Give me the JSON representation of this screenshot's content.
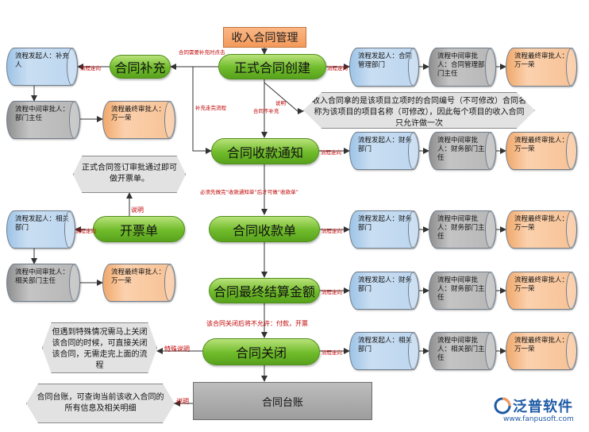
{
  "title": "收入合同管理",
  "stages": {
    "supplement": "合同补充",
    "create": "正式合同创建",
    "notice": "合同收款通知",
    "invoice": "开票单",
    "receipt": "合同收款单",
    "final": "合同最终结算金额",
    "close": "合同关闭",
    "ledger": "合同台账"
  },
  "cylinders": {
    "supp_init": "流程发起人：补充人",
    "supp_mid": "流程中间审批人：部门主任",
    "supp_final": "流程最终审批人：万一荣",
    "create_init": "流程发起人：合同管理部门",
    "create_mid": "流程中间审批人：合同管理部门主任",
    "create_final": "流程最终审批人：万一荣",
    "notice_init": "流程发起人：财务部门",
    "notice_mid": "流程中间审批人：财务部门主任",
    "notice_final": "流程最终审批人：万一荣",
    "inv_init": "流程发起人：相关部门",
    "inv_mid": "流程中间审批人：相关部门主任",
    "inv_final": "流程最终审批人：万一荣",
    "rec_init": "流程发起人：财务部门",
    "rec_mid": "流程中间审批人：财务部门主任",
    "rec_final": "流程最终审批人：万一荣",
    "fin_init": "流程发起人：财务部门",
    "fin_mid": "流程中间审批人：财务部门主任",
    "fin_final": "流程最终审批人：万一荣",
    "close_init": "流程发起人：相关部门",
    "close_mid": "流程中间审批人：相关部门主任",
    "close_final": "流程最终审批人：万一荣"
  },
  "notes": {
    "create_note": "收入合同拿的是该项目立项时的合同编号（不可修改）合同名称为该项目的项目名称（可修改），因此每个项目的收入合同只允许做一次",
    "invoice_note": "正式合同签订审批通过即可做开票单。",
    "close_note": "但遇到特殊情况需马上关闭该合同的时候，可直接关闭该合同，无需走完上面的流程",
    "ledger_note": "合同台账，可查询当前该收入合同的所有信息及相关明细"
  },
  "labels": {
    "flow_label": "流程走向",
    "need_supp": "合同需要补充时点击",
    "after_supp": "补充走完流程",
    "no_supp": "合同不补充",
    "explain": "说明",
    "must_first": "必须先做完“收款通知单”后才可做“收款单”",
    "closed_rule": "该合同关闭后将不允许：付款，开票",
    "special": "特殊说明"
  },
  "logo": {
    "name": "泛普软件",
    "url": "www.fanpusoft.com"
  },
  "colors": {
    "green": "#6fbb2a",
    "orange": "#f39a5a",
    "blue": "#9dc3e6",
    "gray": "#b6b6b6",
    "red": "#c00000"
  }
}
